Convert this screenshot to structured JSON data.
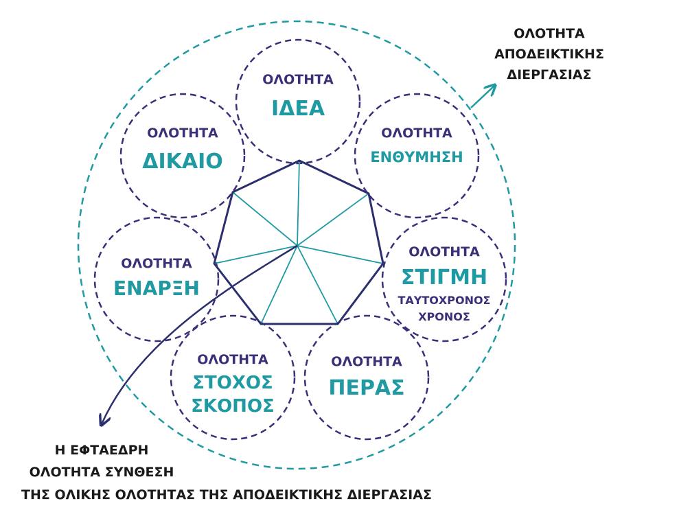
{
  "colors": {
    "purple": "#3b2f78",
    "teal": "#1f9aa3",
    "navy": "#2b2f6e",
    "black": "#1a1a1a"
  },
  "outer_label": [
    "ΟΛΟΤΗΤΑ",
    "ΑΠΟΔΕΙΚΤΙΚΗΣ",
    "ΔΙΕΡΓΑΣΙΑΣ"
  ],
  "bottom_label": [
    "Η ΕΦΤΑΕΔΡΗ",
    "ΟΛΟΤΗΤΑ ΣΥΝΘΕΣΗ",
    "ΤΗΣ ΟΛΙΚΗΣ ΟΛΟΤΗΤΑΣ ΤΗΣ ΑΠΟΔΕΙΚΤΙΚΗΣ ΔΙΕΡΓΑΣΙΑΣ"
  ],
  "circles": [
    {
      "title": "ΟΛΟΤΗΤΑ",
      "main": [
        "ΙΔΕΑ"
      ],
      "sub": []
    },
    {
      "title": "ΟΛΟΤΗΤΑ",
      "main": [
        "ΕΝΘΥΜΗΣΗ"
      ],
      "sub": []
    },
    {
      "title": "ΟΛΟΤΗΤΑ",
      "main": [
        "ΣΤΙΓΜΗ"
      ],
      "sub": [
        "ΤΑΥΤΟΧΡΟΝΟΣ",
        "ΧΡΟΝΟΣ"
      ]
    },
    {
      "title": "ΟΛΟΤΗΤΑ",
      "main": [
        "ΠΕΡΑΣ"
      ],
      "sub": []
    },
    {
      "title": "ΟΛΟΤΗΤΑ",
      "main": [
        "ΣΤΟΧΟΣ",
        "ΣΚΟΠΟΣ"
      ],
      "sub": []
    },
    {
      "title": "ΟΛΟΤΗΤΑ",
      "main": [
        "ΕΝΑΡΞΗ"
      ],
      "sub": []
    },
    {
      "title": "ΟΛΟΤΗΤΑ",
      "main": [
        "ΔΙΚΑΙΟ"
      ],
      "sub": []
    }
  ]
}
